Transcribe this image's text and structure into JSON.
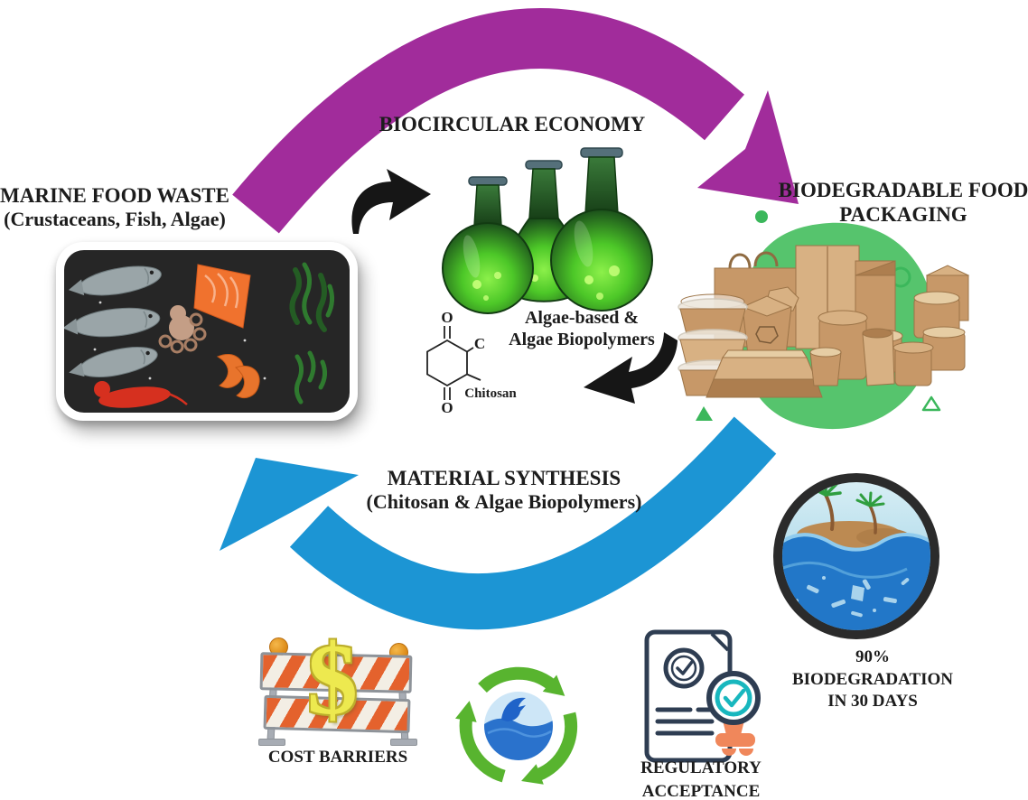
{
  "figure": {
    "cycle_label": "BIOCIRCULAR ECONOMY",
    "synthesis_label_1": "MATERIAL SYNTHESIS",
    "synthesis_label_2": "(Chitosan & Algae Biopolymers)"
  },
  "marine": {
    "title": "MARINE FOOD WASTE",
    "subtitle": "(Crustaceans, Fish, Algae)"
  },
  "flasks": {
    "caption_1": "Algae-based &",
    "caption_2": "Algae Biopolymers"
  },
  "chitosan": {
    "label": "Chitosan",
    "atom_top": "O",
    "atom_bottom": "O",
    "atom_side": "C"
  },
  "packaging": {
    "title_1": "BIODEGRADABLE FOOD",
    "title_2": "PACKAGING"
  },
  "biodegradation": {
    "line_1": "90%",
    "line_2": "BIODEGRADATION",
    "line_3": "IN 30 DAYS"
  },
  "cost": {
    "label": "COST BARRIERS",
    "dollar_sign": "$"
  },
  "regulatory": {
    "line_1": "REGULATORY",
    "line_2": "ACCEPTANCE"
  },
  "colors": {
    "arrow-purple": "#A12C9B",
    "arrow-blue": "#1C95D4",
    "arrow-black": "#161616",
    "blob-green": "#56C46D",
    "deco-green": "#3BB75B",
    "recycle-green": "#58B42F",
    "kraft": "#C79868",
    "kraft-light": "#D8B183",
    "kraft-dark": "#AD7E4F",
    "kraft-pale": "#E6CDA4",
    "flask-glow": "#57E02E",
    "text-dark": "#1C1C1C",
    "barrier-orange": "#E4622D",
    "dollar-yellow": "#EDE94F",
    "icon-navy": "#2E3D52",
    "icon-teal": "#18B7BE",
    "stamp-orange": "#F0875B",
    "ocean-blue": "#2277C8",
    "ring-dark": "#2B2B2B"
  }
}
